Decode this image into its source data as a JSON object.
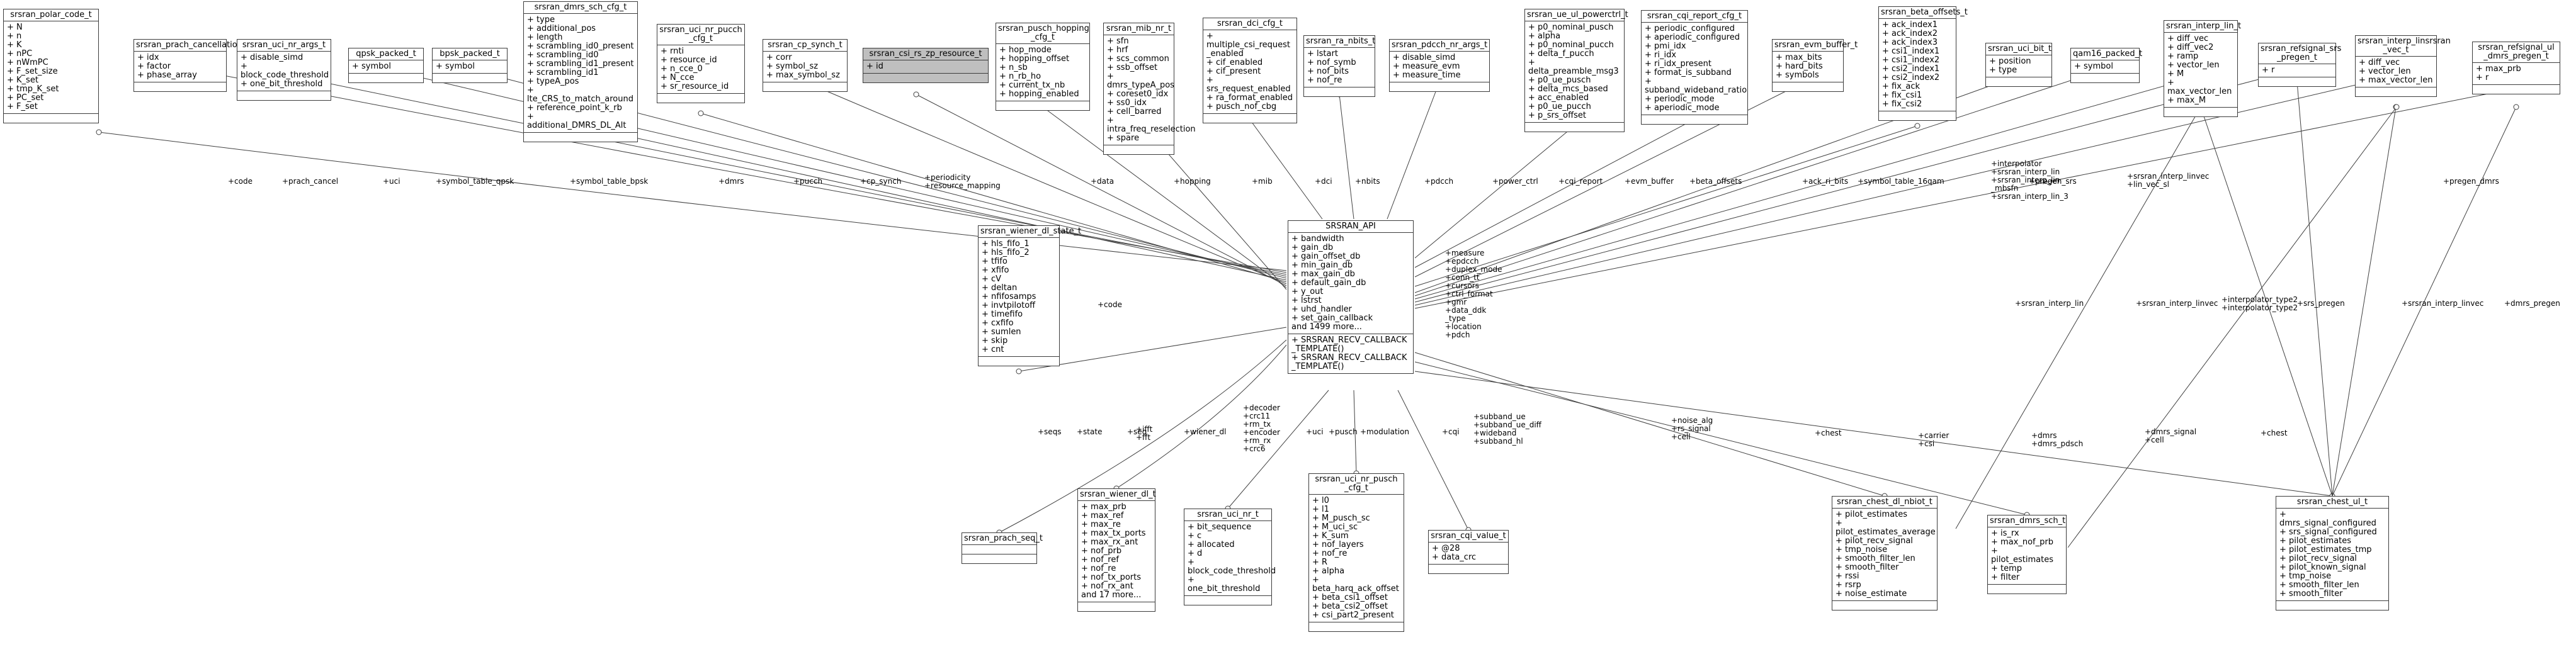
{
  "diagram": {
    "classes": [
      {
        "id": "polar_code",
        "title": "srsran_polar_code_t",
        "attrs": "+ N\n+ n\n+ K\n+ nPC\n+ nWmPC\n+ F_set_size\n+ K_set\n+ tmp_K_set\n+ PC_set\n+ F_set",
        "methods": ""
      },
      {
        "id": "prach_cancel",
        "title": "srsran_prach_cancellation_t",
        "attrs": "+ idx\n+ factor\n+ phase_array",
        "methods": ""
      },
      {
        "id": "uci_nr_args",
        "title": "srsran_uci_nr_args_t",
        "attrs": "+ disable_simd\n+ block_code_threshold\n+ one_bit_threshold",
        "methods": ""
      },
      {
        "id": "qpsk_packed",
        "title": "qpsk_packed_t",
        "attrs": "+ symbol",
        "methods": ""
      },
      {
        "id": "bpsk_packed",
        "title": "bpsk_packed_t",
        "attrs": "+ symbol",
        "methods": ""
      },
      {
        "id": "dmrs_sch_cfg",
        "title": "srsran_dmrs_sch_cfg_t",
        "attrs": "+ type\n+ additional_pos\n+ length\n+ scrambling_id0_present\n+ scrambling_id0\n+ scrambling_id1_present\n+ scrambling_id1\n+ typeA_pos\n+ lte_CRS_to_match_around\n+ reference_point_k_rb\n+ additional_DMRS_DL_Alt",
        "methods": ""
      },
      {
        "id": "uci_nr_pucch_cfg",
        "title": "srsran_uci_nr_pucch\n_cfg_t",
        "attrs": "+ rnti\n+ resource_id\n+ n_cce_0\n+ N_cce\n+ sr_resource_id",
        "methods": ""
      },
      {
        "id": "cp_synch",
        "title": "srsran_cp_synch_t",
        "attrs": "+ corr\n+ symbol_sz\n+ max_symbol_sz",
        "methods": ""
      },
      {
        "id": "csi_rs_zp",
        "title": "srsran_csi_rs_zp_resource_t",
        "attrs": "+ id",
        "methods": "",
        "highlight": true
      },
      {
        "id": "pusch_hopping",
        "title": "srsran_pusch_hopping\n_cfg_t",
        "attrs": "+ hop_mode\n+ hopping_offset\n+ n_sb\n+ n_rb_ho\n+ current_tx_nb\n+ hopping_enabled",
        "methods": ""
      },
      {
        "id": "mib_nr",
        "title": "srsran_mib_nr_t",
        "attrs": "+ sfn\n+ hrf\n+ scs_common\n+ ssb_offset\n+ dmrs_typeA_pos\n+ coreset0_idx\n+ ss0_idx\n+ cell_barred\n+ intra_freq_reselection\n+ spare",
        "methods": ""
      },
      {
        "id": "dci_cfg",
        "title": "srsran_dci_cfg_t",
        "attrs": "+ multiple_csi_request\n_enabled\n+ cif_enabled\n+ cif_present\n+ srs_request_enabled\n+ ra_format_enabled\n+ pusch_nof_cbg",
        "methods": ""
      },
      {
        "id": "ra_nbits",
        "title": "srsran_ra_nbits_t",
        "attrs": "+ lstart\n+ nof_symb\n+ nof_bits\n+ nof_re",
        "methods": ""
      },
      {
        "id": "pdcch_nr_args",
        "title": "srsran_pdcch_nr_args_t",
        "attrs": "+ disable_simd\n+ measure_evm\n+ measure_time",
        "methods": ""
      },
      {
        "id": "ue_ul_powerctrl",
        "title": "srsran_ue_ul_powerctrl_t",
        "attrs": "+ p0_nominal_pusch\n+ alpha\n+ p0_nominal_pucch\n+ delta_f_pucch\n+ delta_preamble_msg3\n+ p0_ue_pusch\n+ delta_mcs_based\n+ acc_enabled\n+ p0_ue_pucch\n+ p_srs_offset",
        "methods": ""
      },
      {
        "id": "cqi_report_cfg",
        "title": "srsran_cqi_report_cfg_t",
        "attrs": "+ periodic_configured\n+ aperiodic_configured\n+ pmi_idx\n+ ri_idx\n+ ri_idx_present\n+ format_is_subband\n+ subband_wideband_ratio\n+ periodic_mode\n+ aperiodic_mode",
        "methods": ""
      },
      {
        "id": "evm_buffer",
        "title": "srsran_evm_buffer_t",
        "attrs": "+ max_bits\n+ hard_bits\n+ symbols",
        "methods": ""
      },
      {
        "id": "beta_offsets",
        "title": "srsran_beta_offsets_t",
        "attrs": "+ ack_index1\n+ ack_index2\n+ ack_index3\n+ csi1_index1\n+ csi1_index2\n+ csi2_index1\n+ csi2_index2\n+ fix_ack\n+ fix_csi1\n+ fix_csi2",
        "methods": ""
      },
      {
        "id": "uci_bit",
        "title": "srsran_uci_bit_t",
        "attrs": "+ position\n+ type",
        "methods": ""
      },
      {
        "id": "qam16_packed",
        "title": "qam16_packed_t",
        "attrs": "+ symbol",
        "methods": ""
      },
      {
        "id": "interp_lin",
        "title": "srsran_interp_lin_t",
        "attrs": "+ diff_vec\n+ diff_vec2\n+ ramp\n+ vector_len\n+ M\n+ max_vector_len\n+ max_M",
        "methods": ""
      },
      {
        "id": "refsignal_srs_pregen",
        "title": "srsran_refsignal_srs\n_pregen_t",
        "attrs": "+ r",
        "methods": ""
      },
      {
        "id": "interp_linsrsran_vec",
        "title": "srsran_interp_linsrsran\n_vec_t",
        "attrs": "+ diff_vec\n+ vector_len\n+ max_vector_len",
        "methods": ""
      },
      {
        "id": "refsignal_ul_dmrs_pregen",
        "title": "srsran_refsignal_ul\n_dmrs_pregen_t",
        "attrs": "+ max_prb\n+ r",
        "methods": ""
      },
      {
        "id": "api",
        "title": "SRSRAN_API",
        "attrs": "+ bandwidth\n+ gain_db\n+ gain_offset_db\n+ min_gain_db\n+ max_gain_db\n+ default_gain_db\n+ y_out\n+ lstrst\n+ uhd_handler\n+ set_gain_callback\nand 1499 more...",
        "methods": "+ SRSRAN_RECV_CALLBACK\n_TEMPLATE()\n+ SRSRAN_RECV_CALLBACK\n_TEMPLATE()"
      },
      {
        "id": "wiener_dl_state",
        "title": "srsran_wiener_dl_state_t",
        "attrs": "+ hls_fifo_1\n+ hls_fifo_2\n+ tfifo\n+ xfifo\n+ cV\n+ deltan\n+ nfifosamps\n+ invtpilotoff\n+ timefifo\n+ cxfifo\n+ sumlen\n+ skip\n+ cnt",
        "methods": ""
      },
      {
        "id": "prach_seq",
        "title": "srsran_prach_seq_t",
        "attrs": "",
        "methods": ""
      },
      {
        "id": "wiener_dl",
        "title": "srsran_wiener_dl_t",
        "attrs": "+ max_prb\n+ max_ref\n+ max_re\n+ max_tx_ports\n+ max_rx_ant\n+ nof_prb\n+ nof_ref\n+ nof_re\n+ nof_tx_ports\n+ nof_rx_ant\nand 17 more...",
        "methods": ""
      },
      {
        "id": "uci_nr",
        "title": "srsran_uci_nr_t",
        "attrs": "+ bit_sequence\n+ c\n+ allocated\n+ d\n+ block_code_threshold\n+ one_bit_threshold",
        "methods": ""
      },
      {
        "id": "uci_nr_pusch_cfg",
        "title": "srsran_uci_nr_pusch\n_cfg_t",
        "attrs": "+ l0\n+ l1\n+ M_pusch_sc\n+ M_uci_sc\n+ K_sum\n+ nof_layers\n+ nof_re\n+ R\n+ alpha\n+ beta_harq_ack_offset\n+ beta_csi1_offset\n+ beta_csi2_offset\n+ csi_part2_present",
        "methods": ""
      },
      {
        "id": "cqi_value",
        "title": "srsran_cqi_value_t",
        "attrs": "+ @28\n+ data_crc",
        "methods": ""
      },
      {
        "id": "chest_dl_nbiot",
        "title": "srsran_chest_dl_nbiot_t",
        "attrs": "+ pilot_estimates\n+ pilot_estimates_average\n+ pilot_recv_signal\n+ tmp_noise\n+ smooth_filter_len\n+ smooth_filter\n+ rssi\n+ rsrp\n+ noise_estimate",
        "methods": ""
      },
      {
        "id": "dmrs_sch",
        "title": "srsran_dmrs_sch_t",
        "attrs": "+ is_rx\n+ max_nof_prb\n+ pilot_estimates\n+ temp\n+ filter",
        "methods": ""
      },
      {
        "id": "chest_ul",
        "title": "srsran_chest_ul_t",
        "attrs": "+ dmrs_signal_configured\n+ srs_signal_configured\n+ pilot_estimates\n+ pilot_estimates_tmp\n+ pilot_recv_signal\n+ pilot_known_signal\n+ tmp_noise\n+ smooth_filter_len\n+ smooth_filter",
        "methods": ""
      }
    ],
    "labels": [
      {
        "id": "l_code1",
        "text": "+code"
      },
      {
        "id": "l_prach_cancel",
        "text": "+prach_cancel"
      },
      {
        "id": "l_uci1",
        "text": "+uci"
      },
      {
        "id": "l_stq",
        "text": "+symbol_table_qpsk"
      },
      {
        "id": "l_stb",
        "text": "+symbol_table_bpsk"
      },
      {
        "id": "l_dmrs1",
        "text": "+dmrs"
      },
      {
        "id": "l_pucch1",
        "text": "+pucch"
      },
      {
        "id": "l_cpsynch",
        "text": "+cp_synch"
      },
      {
        "id": "l_period",
        "text": "+periodicity\n+resource_mapping"
      },
      {
        "id": "l_data",
        "text": "+data"
      },
      {
        "id": "l_hopping",
        "text": "+hopping"
      },
      {
        "id": "l_mib",
        "text": "+mib"
      },
      {
        "id": "l_dci",
        "text": "+dci"
      },
      {
        "id": "l_nbits",
        "text": "+nbits"
      },
      {
        "id": "l_pdcch",
        "text": "+pdcch"
      },
      {
        "id": "l_power",
        "text": "+power_ctrl"
      },
      {
        "id": "l_cqireport",
        "text": "+cqi_report"
      },
      {
        "id": "l_evm",
        "text": "+evm_buffer"
      },
      {
        "id": "l_beta",
        "text": "+beta_offsets"
      },
      {
        "id": "l_ackri",
        "text": "+ack_ri_bits"
      },
      {
        "id": "l_st16",
        "text": "+symbol_table_16qam"
      },
      {
        "id": "l_interp",
        "text": "+interpolator\n+srsran_interp_lin\n+srsran_interp_lin\n_mbsfn\n+srsran_interp_lin_3"
      },
      {
        "id": "l_pregen_srs1",
        "text": "+pregen_srs"
      },
      {
        "id": "l_linvec1",
        "text": "+srsran_interp_linvec\n+lin_vec_sl"
      },
      {
        "id": "l_pregen_dmrs1",
        "text": "+pregen_dmrs"
      },
      {
        "id": "l_selfrefs",
        "text": "+measure\n+epdcch\n+duplex_mode\n+conn_tt\n+cursors\n+ctrl_format\n+gmr\n+data_ddk\n_type\n+location\n+pdch"
      },
      {
        "id": "l_code2",
        "text": "+code"
      },
      {
        "id": "l_interp_lin2",
        "text": "+srsran_interp_lin"
      },
      {
        "id": "l_linvec2",
        "text": "+srsran_interp_linvec"
      },
      {
        "id": "l_interp_type2",
        "text": "+interpolator_type2\n+interpolator_type2"
      },
      {
        "id": "l_srs_pregen2",
        "text": "+srs_pregen"
      },
      {
        "id": "l_linvec3",
        "text": "+srsran_interp_linvec"
      },
      {
        "id": "l_dmrs_pregen2",
        "text": "+dmrs_pregen"
      },
      {
        "id": "l_sseq",
        "text": "+seqs"
      },
      {
        "id": "l_state",
        "text": "+state"
      },
      {
        "id": "l_seq",
        "text": "+seq"
      },
      {
        "id": "l_ifft",
        "text": "+ifft\n+fft"
      },
      {
        "id": "l_wiener",
        "text": "+wiener_dl"
      },
      {
        "id": "l_decoder",
        "text": "+decoder\n+crc11\n+rm_tx\n+encoder\n+rm_rx\n+crc6"
      },
      {
        "id": "l_uci2",
        "text": "+uci"
      },
      {
        "id": "l_pusch",
        "text": "+pusch"
      },
      {
        "id": "l_modulation",
        "text": "+modulation"
      },
      {
        "id": "l_cqi",
        "text": "+cqi"
      },
      {
        "id": "l_subband",
        "text": "+subband_ue\n+subband_ue_diff\n+wideband\n+subband_hl"
      },
      {
        "id": "l_noise",
        "text": "+noise_alg\n+rs_signal\n+cell"
      },
      {
        "id": "l_chest1",
        "text": "+chest"
      },
      {
        "id": "l_carrier",
        "text": "+carrier\n+csi"
      },
      {
        "id": "l_dmrs_pdsch",
        "text": "+dmrs\n+dmrs_pdsch"
      },
      {
        "id": "l_dmrs_signal",
        "text": "+dmrs_signal\n+cell"
      },
      {
        "id": "l_chest2",
        "text": "+chest"
      }
    ]
  }
}
